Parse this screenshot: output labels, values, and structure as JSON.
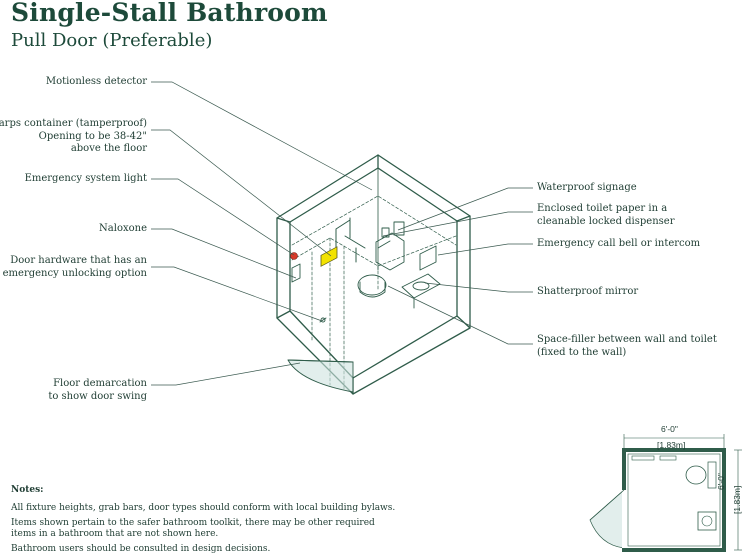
{
  "title": "Single-Stall Bathroom",
  "subtitle": "Pull Door (Preferable)",
  "labels": {
    "motionless": "Motionless detector",
    "sharps_l1": "Sharps container (tamperproof)",
    "sharps_l2": "Opening to be 38-42\"",
    "sharps_l3": "above the floor",
    "emergency_light": "Emergency system light",
    "naloxone": "Naloxone",
    "door_hw_l1": "Door hardware that has an",
    "door_hw_l2": "emergency unlocking option",
    "floor_l1": "Floor demarcation",
    "floor_l2": "to show door swing",
    "signage": "Waterproof signage",
    "tp_l1": "Enclosed toilet paper in a",
    "tp_l2": "cleanable locked dispenser",
    "callbell": "Emergency call bell or intercom",
    "mirror": "Shatterproof mirror",
    "filler_l1": "Space-filler between wall and toilet",
    "filler_l2": "(fixed to the wall)"
  },
  "notes": {
    "heading": "Notes:",
    "n1": "All fixture heights, grab bars, door types should conform with local building bylaws.",
    "n2a": "Items shown pertain to the safer bathroom toolkit, there may be other required",
    "n2b": "items in a bathroom that are not shown here.",
    "n3": "Bathroom users should be consulted in design decisions."
  },
  "plan": {
    "width_ft": "6'-0\"",
    "width_m": "[1.83m]",
    "depth_ft": "6'-0\"",
    "depth_m": "[1.83m]"
  },
  "colors": {
    "ink": "#1f3d33",
    "wall": "#2f5c4a",
    "accent_yellow": "#f2e200",
    "accent_red": "#d83a2a",
    "door_fill": "#cfe3df"
  }
}
